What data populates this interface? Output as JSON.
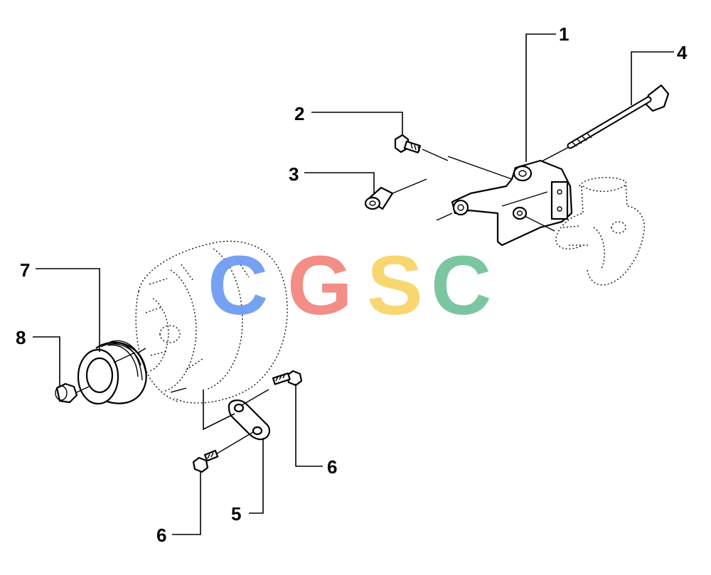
{
  "watermark": {
    "letters": [
      {
        "char": "C",
        "color": "#6f9cf2"
      },
      {
        "char": "G",
        "color": "#f2897f"
      },
      {
        "char": "S",
        "color": "#f8d56a"
      },
      {
        "char": "C",
        "color": "#74c49c"
      }
    ]
  },
  "callouts": [
    {
      "id": "1",
      "label": "1"
    },
    {
      "id": "2",
      "label": "2"
    },
    {
      "id": "3",
      "label": "3"
    },
    {
      "id": "4",
      "label": "4"
    },
    {
      "id": "5",
      "label": "5"
    },
    {
      "id": "6a",
      "label": "6"
    },
    {
      "id": "6b",
      "label": "6"
    },
    {
      "id": "7",
      "label": "7"
    },
    {
      "id": "8",
      "label": "8"
    }
  ]
}
